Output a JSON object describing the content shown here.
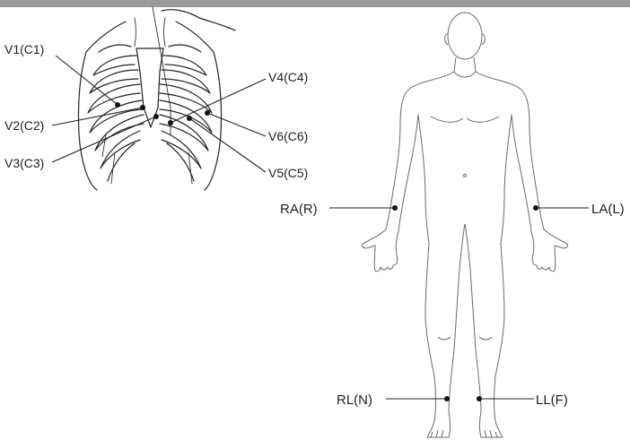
{
  "chest_leads": {
    "v1": "V1(C1)",
    "v2": "V2(C2)",
    "v3": "V3(C3)",
    "v4": "V4(C4)",
    "v5": "V5(C5)",
    "v6": "V6(C6)"
  },
  "limb_leads": {
    "ra": "RA(R)",
    "la": "LA(L)",
    "rl": "RL(N)",
    "ll": "LL(F)"
  }
}
